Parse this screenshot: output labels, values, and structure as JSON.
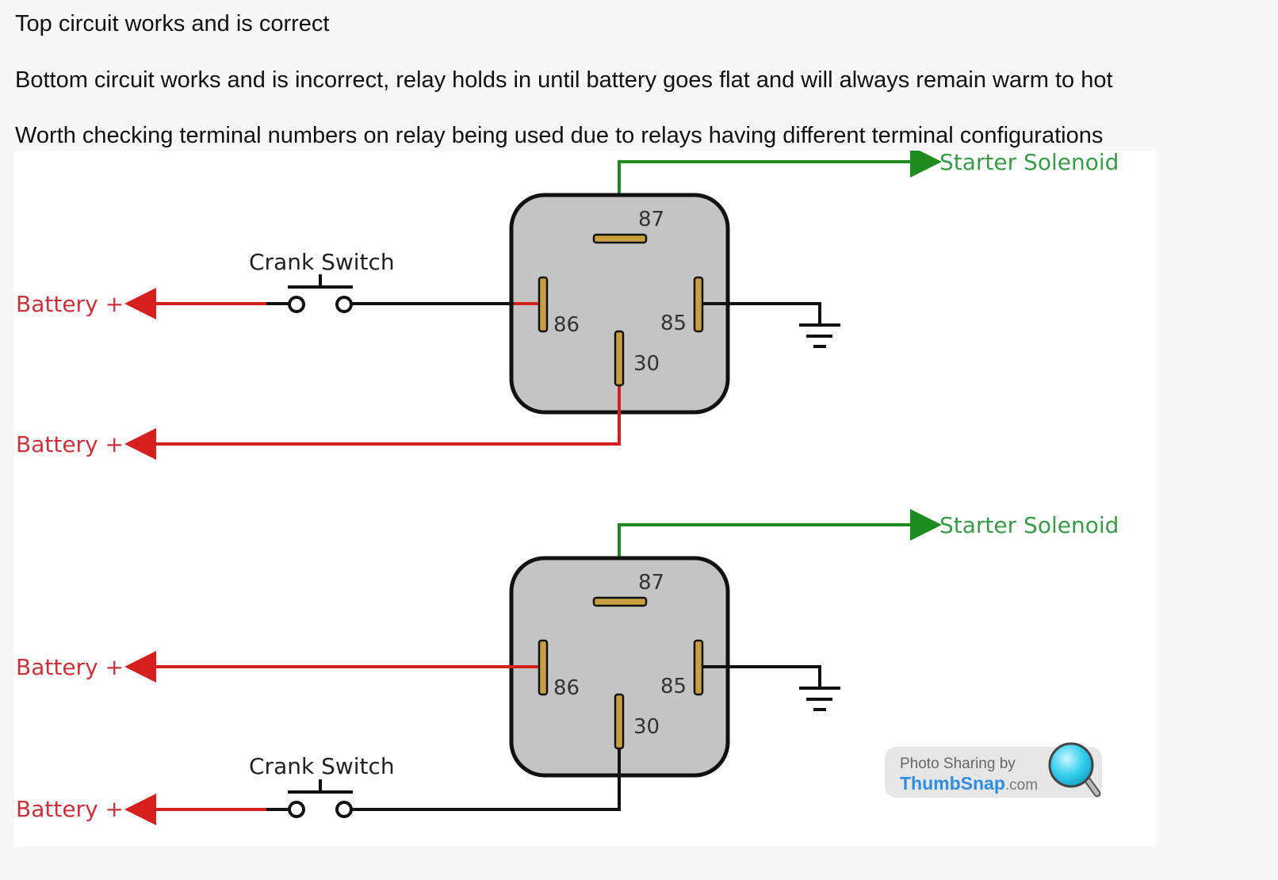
{
  "post": {
    "lines": [
      "Top circuit works and is correct",
      "Bottom circuit works and is incorrect, relay holds in until battery goes flat and will always remain warm to hot",
      "Worth checking terminal numbers on relay being used due to relays having different terminal configurations"
    ]
  },
  "diagram": {
    "colors": {
      "battery_wire": "#d62020",
      "solenoid_wire": "#1f8a1f",
      "ground_wire": "#111111",
      "relay_body": "#c4c4c4",
      "relay_pin": "#c9a040",
      "battery_label": "#c8323c",
      "solenoid_label": "#3a9a4a"
    },
    "circuits": [
      {
        "name": "top",
        "battery_label_1": "Battery +",
        "battery_label_2": "Battery +",
        "switch_label": "Crank Switch",
        "solenoid_label": "Starter Solenoid",
        "pins": {
          "p87": "87",
          "p86": "86",
          "p85": "85",
          "p30": "30"
        }
      },
      {
        "name": "bottom",
        "battery_label_1": "Battery +",
        "battery_label_2": "Battery +",
        "switch_label": "Crank Switch",
        "solenoid_label": "Starter Solenoid",
        "pins": {
          "p87": "87",
          "p86": "86",
          "p85": "85",
          "p30": "30"
        }
      }
    ],
    "watermark": {
      "line1": "Photo Sharing by",
      "brand": "ThumbSnap",
      "suffix": ".com"
    }
  }
}
